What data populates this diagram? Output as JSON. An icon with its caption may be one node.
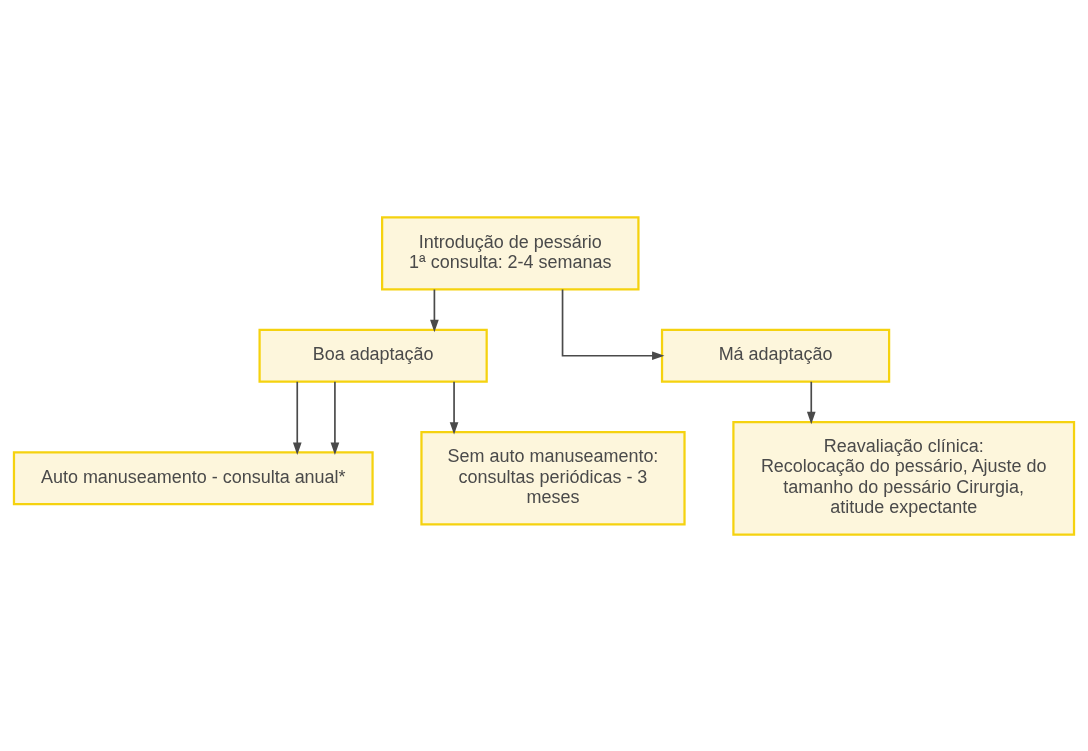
{
  "diagram": {
    "nodes": [
      {
        "text": [
          "Introdução de pessário",
          "1ª consulta: 2-4 semanas"
        ]
      },
      {
        "text": [
          "Boa adaptação"
        ]
      },
      {
        "text": [
          "Má adaptação"
        ]
      },
      {
        "text": [
          "Auto manuseamento - consulta anual*"
        ]
      },
      {
        "text": [
          "Sem auto manuseamento: consultas periódicas - 3 meses"
        ]
      },
      {
        "text": [
          "Reavaliação clínica:",
          "Recolocação do pessário, Ajuste do tamanho do pessário Cirurgia, atitude expectante"
        ]
      }
    ],
    "edges": [
      {
        "from": 0,
        "to": 1,
        "arrow": "to"
      },
      {
        "from": 0,
        "to": 2,
        "arrow": "to"
      },
      {
        "from": 1,
        "to": 3,
        "arrow": "to"
      },
      {
        "from": 1,
        "to": 3,
        "arrow": "to"
      },
      {
        "from": 1,
        "to": 4,
        "arrow": "to"
      },
      {
        "from": 2,
        "to": 5,
        "arrow": "to"
      }
    ]
  }
}
